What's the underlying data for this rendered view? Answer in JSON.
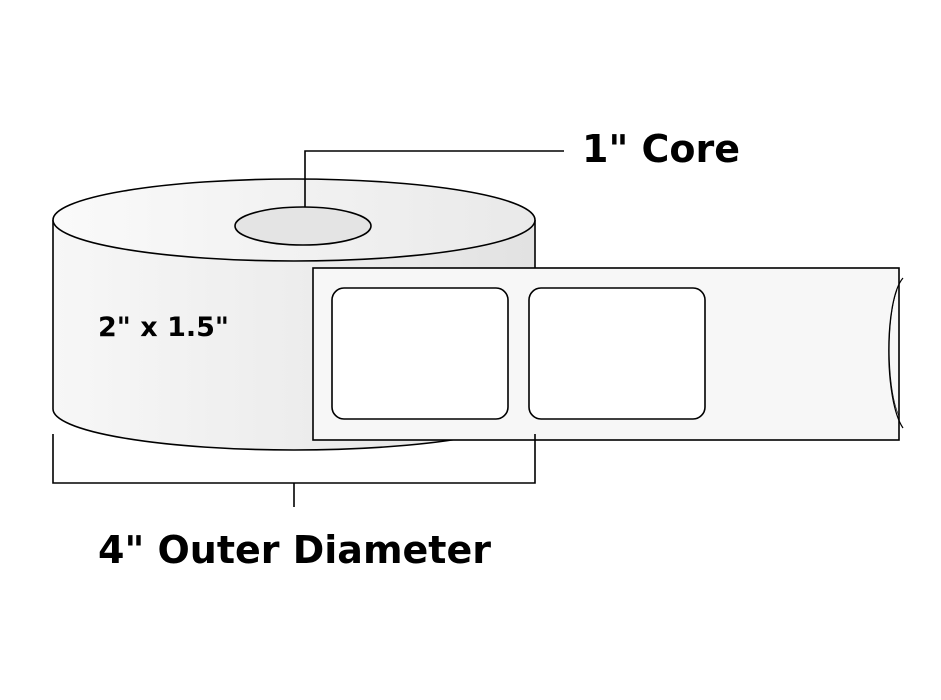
{
  "labels": {
    "core": "1\" Core",
    "label_size": "2\" x 1.5\"",
    "outer_diameter": "4\" Outer Diameter"
  },
  "colors": {
    "stroke": "#000000",
    "roll_fill": "#efefef",
    "roll_top": "#f6f6f6",
    "core_fill": "#e4e4e4",
    "liner_fill": "#f7f7f7",
    "label_fill": "#ffffff"
  }
}
